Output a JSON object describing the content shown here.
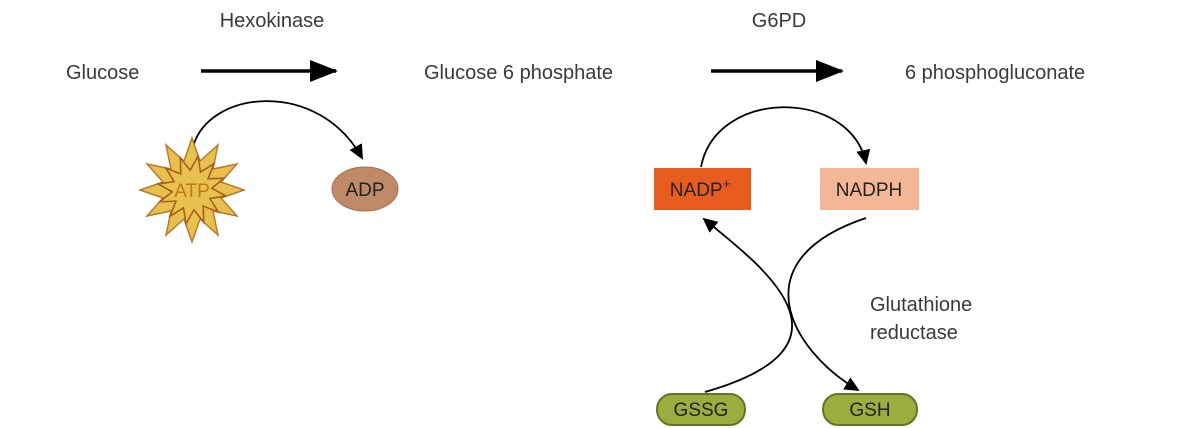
{
  "labels": {
    "enzyme1": "Hexokinase",
    "glucose": "Glucose",
    "g6p": "Glucose 6 phosphate",
    "enzyme2": "G6PD",
    "p6g": "6 phosphogluconate",
    "atp": "ATP",
    "adp": "ADP",
    "nadp_base": "NADP",
    "nadp_sup": "+",
    "nadph": "NADPH",
    "glutathione_line1": "Glutathione",
    "glutathione_line2": "reductase",
    "gssg": "GSSG",
    "gsh": "GSH"
  },
  "colors": {
    "arrow": "#000000",
    "text": "#3a3a3a",
    "atp_star_fill": "#e6c14e",
    "atp_text": "#c4761b",
    "adp_fill": "#c08a68",
    "nadp_fill": "#e85d1f",
    "nadph_fill": "#f4b795",
    "gs_fill": "#9aad3f"
  }
}
